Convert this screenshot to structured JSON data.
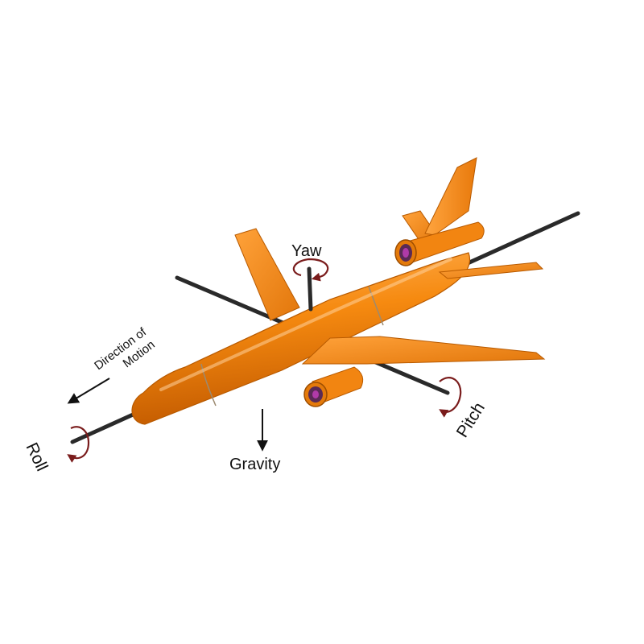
{
  "labels": {
    "yaw": "Yaw",
    "pitch": "Pitch",
    "roll": "Roll",
    "gravity": "Gravity",
    "direction_line1": "Direction of",
    "direction_line2": "Motion"
  },
  "colors": {
    "body": "#f68a10",
    "body_dark": "#c85f00",
    "body_light": "#ffc07a",
    "axis": "#2a2a2a",
    "rotation_arrow": "#7a1c1c",
    "engine_core": "#b03aa8"
  },
  "icons": {
    "yaw_rotation": "curved-rotation-arrow-icon",
    "pitch_rotation": "curved-rotation-arrow-icon",
    "roll_rotation": "curved-rotation-arrow-icon"
  }
}
